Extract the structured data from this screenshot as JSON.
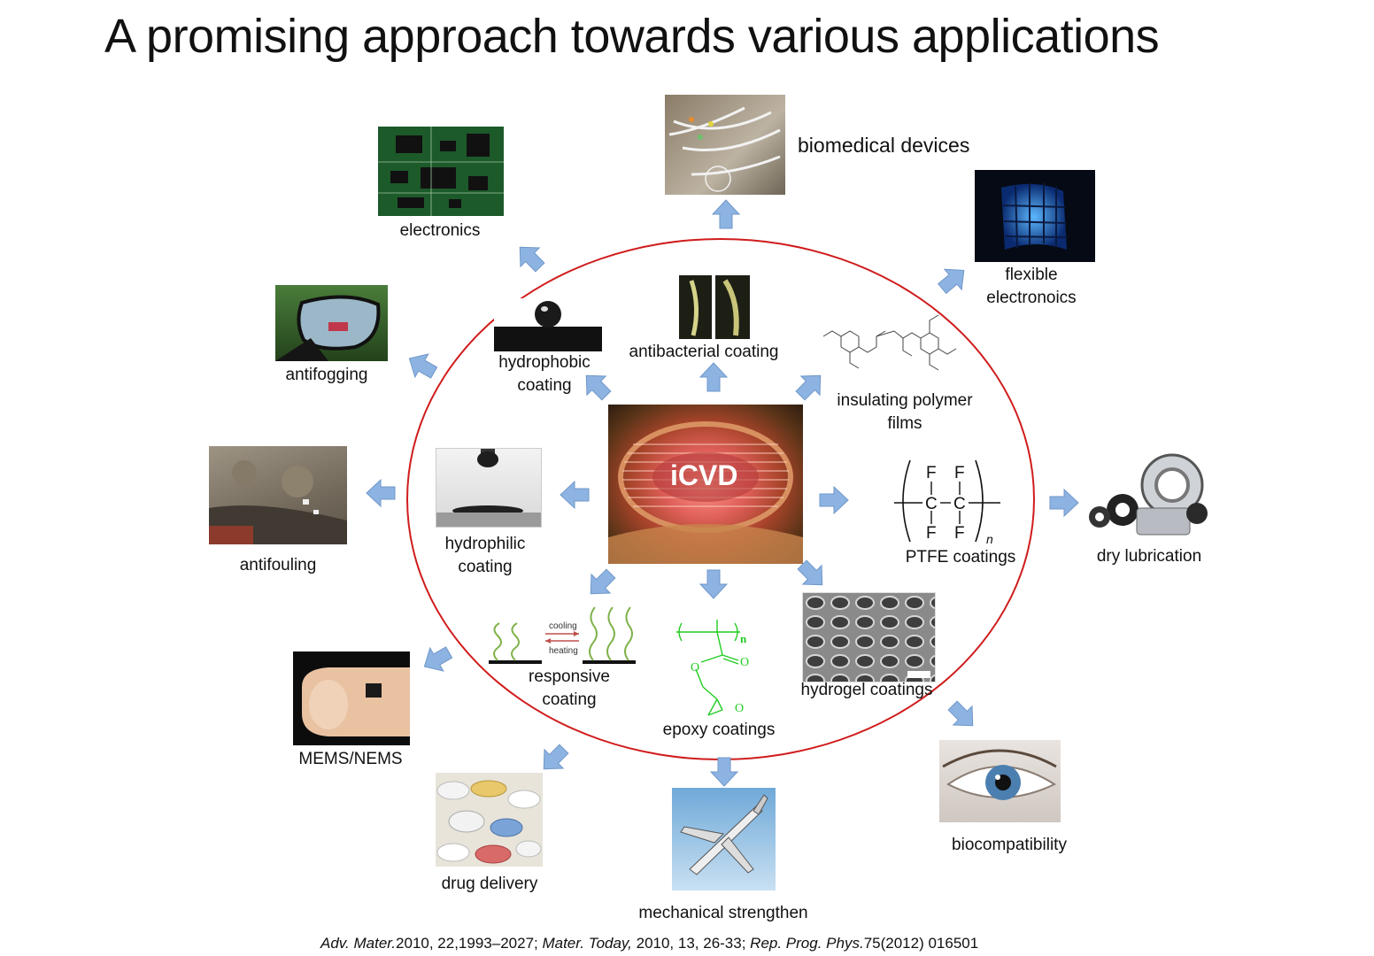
{
  "title": "A promising approach towards various applications",
  "center": {
    "label": "iCVD"
  },
  "inner": {
    "hydrophobic": "hydrophobic\ncoating",
    "antibacterial": "antibacterial coating",
    "insulating": "insulating polymer\nfilms",
    "ptfe": "PTFE coatings",
    "hydrogel": "hydrogel coatings",
    "epoxy": "epoxy coatings",
    "responsive": "responsive\ncoating",
    "hydrophilic": "hydrophilic\ncoating"
  },
  "responsive_diagram": {
    "top": "cooling",
    "bottom": "heating"
  },
  "ptfe_formula": {
    "atom_c": "C",
    "atom_f": "F",
    "subscript": "n"
  },
  "epoxy_formula": {
    "o1": "O",
    "o2": "O",
    "o3": "O",
    "subscript": "n"
  },
  "outer": {
    "biomedical": "biomedical devices",
    "flexible": "flexible\nelectronoics",
    "dry_lubrication": "dry lubrication",
    "biocompatibility": "biocompatibility",
    "mechanical": "mechanical strengthen",
    "drug_delivery": "drug delivery",
    "mems": "MEMS/NEMS",
    "antifouling": "antifouling",
    "antifogging": "antifogging",
    "electronics": "electronics"
  },
  "reference": {
    "j1": "Adv. Mater.",
    "t1": "2010, 22,1993–2027; ",
    "j2": "Mater. Today,",
    "t2": " 2010, 13, 26-33; ",
    "j3": "Rep. Prog. Phys.",
    "t3": "75(2012) 016501"
  },
  "colors": {
    "ellipse": "#d01c1c",
    "arrow": "#8db3e2",
    "arrow_stroke": "#6f97c9",
    "formula_green": "#22cc22"
  }
}
